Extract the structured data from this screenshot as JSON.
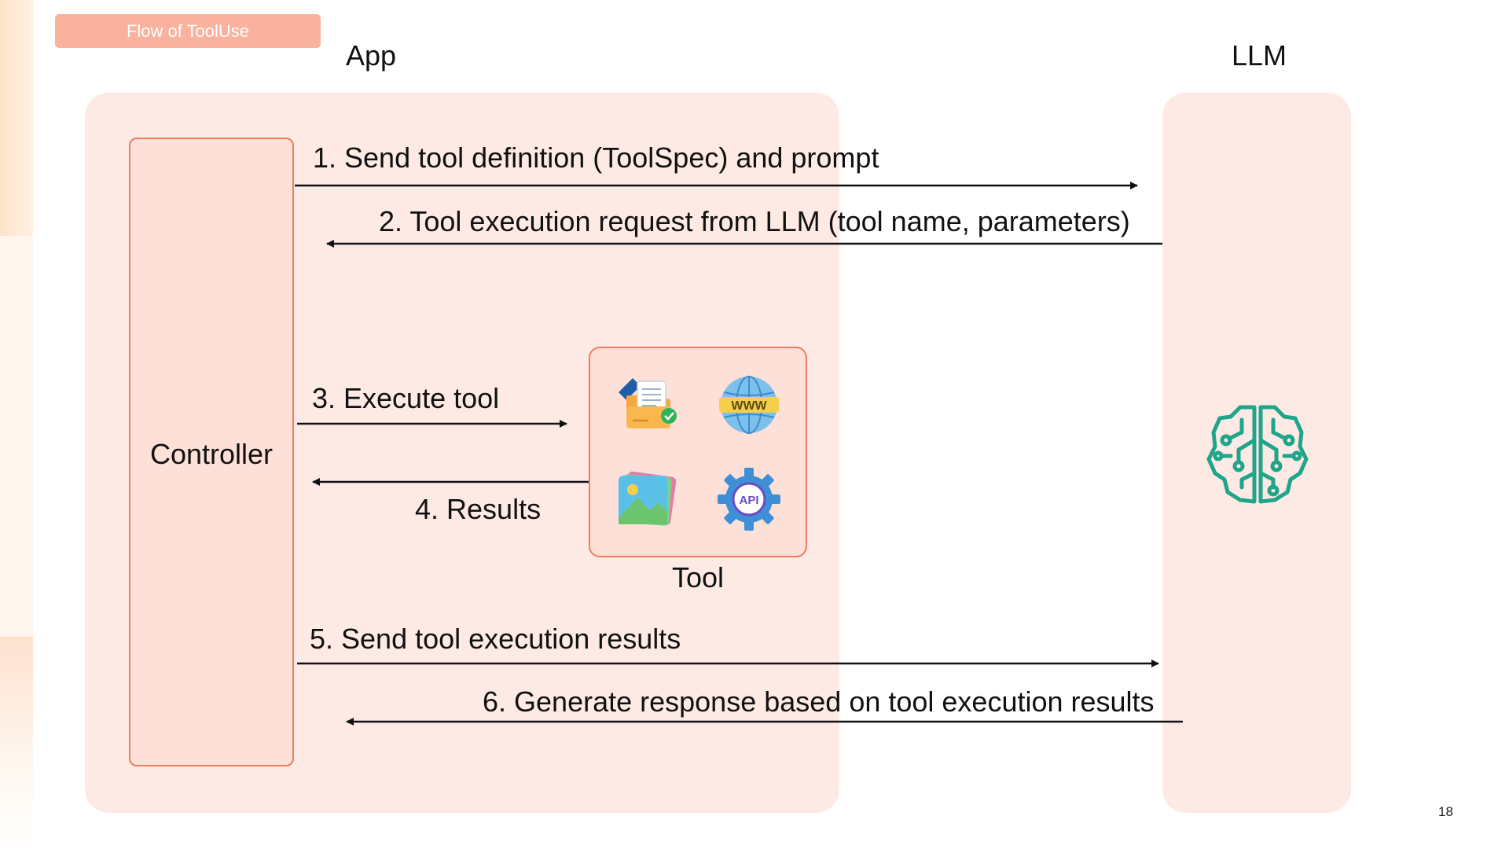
{
  "slide": {
    "title": "Flow of ToolUse",
    "page_number": "18"
  },
  "columns": {
    "app": "App",
    "llm": "LLM"
  },
  "controller": {
    "label": "Controller"
  },
  "tool": {
    "label": "Tool",
    "icons": [
      "folder-document-icon",
      "globe-www-icon",
      "image-gallery-icon",
      "api-gear-icon"
    ],
    "www_text": "WWW",
    "api_text": "API"
  },
  "steps": [
    {
      "label": "1. Send tool definition (ToolSpec) and prompt",
      "from": "controller",
      "to": "llm"
    },
    {
      "label": "2. Tool execution request from LLM (tool name, parameters)",
      "from": "llm",
      "to": "controller"
    },
    {
      "label": "3. Execute tool",
      "from": "controller",
      "to": "tool"
    },
    {
      "label": "4. Results",
      "from": "tool",
      "to": "controller"
    },
    {
      "label": "5. Send tool execution results",
      "from": "controller",
      "to": "llm"
    },
    {
      "label": "6. Generate response based on tool execution results",
      "from": "llm",
      "to": "controller"
    }
  ],
  "llm_icon": "brain-circuit-icon",
  "colors": {
    "accent": "#ef7d5e",
    "title_pill": "#f8b29e",
    "panel": "#fdeae4",
    "brain": "#1fa58a"
  }
}
